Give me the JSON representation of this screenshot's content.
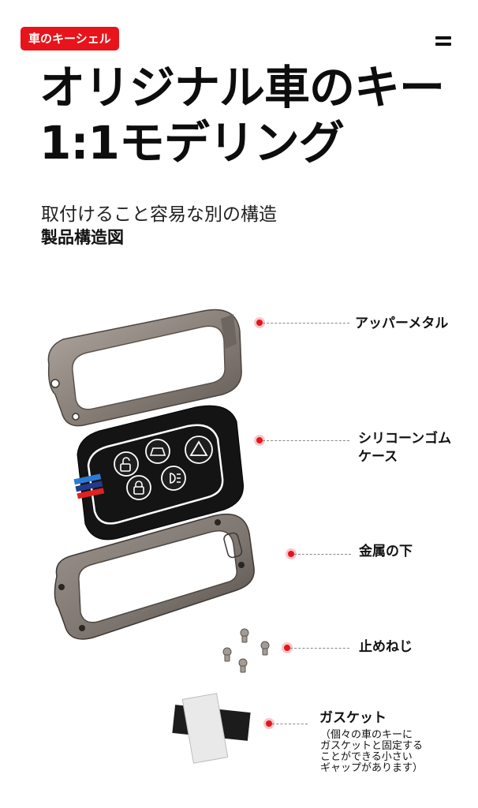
{
  "header": {
    "badge": "車のキーシェル",
    "title_line1": "オリジナル車のキー",
    "title_line2": "1:1モデリング",
    "subtitle": "取付けること容易な別の構造",
    "section_heading": "製品構造図"
  },
  "parts": [
    {
      "label": "アッパーメタル"
    },
    {
      "label_line1": "シリコーンゴム",
      "label_line2": "ケース"
    },
    {
      "label": "金属の下"
    },
    {
      "label": "止めねじ"
    },
    {
      "label": "ガスケット",
      "note_line1": "（個々の車のキーに",
      "note_line2": "ガスケットと固定する",
      "note_line3": "ことができる小さい",
      "note_line4": "ギャップがあります）"
    }
  ],
  "colors": {
    "accent": "#e8141b",
    "metal": "#8a817a",
    "rubber": "#141414",
    "stripe_blue": "#2c7ad6",
    "stripe_navy": "#233a8c",
    "stripe_red": "#e02222"
  },
  "icons": [
    "menu-icon",
    "unlock-icon",
    "trunk-icon",
    "hazard-icon",
    "lock-icon",
    "headlight-icon"
  ]
}
